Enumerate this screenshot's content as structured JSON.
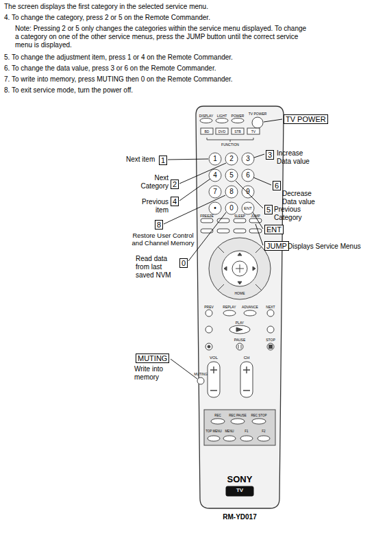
{
  "diagram": {
    "nodes": [
      {
        "text": [
          "TV POWER"
        ]
      },
      {
        "text": [
          "1"
        ]
      },
      {
        "text": [
          "3"
        ]
      },
      {
        "text": [
          "2"
        ]
      },
      {
        "text": [
          "4"
        ]
      },
      {
        "text": [
          "6"
        ]
      },
      {
        "text": [
          "5"
        ]
      },
      {
        "text": [
          "ENT"
        ]
      },
      {
        "text": [
          "8"
        ]
      },
      {
        "text": [
          "JUMP"
        ]
      },
      {
        "text": [
          "0"
        ]
      },
      {
        "text": [
          "MUTING"
        ]
      }
    ],
    "labels": [
      "The screen displays the first category in the selected service menu.",
      "4. To change the category, press 2 or 5 on the Remote Commander.",
      "Note: Pressing 2 or 5 only changes the categories within the service menu displayed. To change a category on one of the other service menus, press the JUMP button until the correct service menu is displayed.",
      "5. To change the adjustment item, press 1 or 4 on the Remote Commander.",
      "6. To change the data value, press 3 or 6 on the Remote Commander.",
      "7. To write into memory, press MUTING then 0 on the Remote Commander.",
      "8. To exit service mode, turn the power off.",
      "Next item",
      "Increase Data value",
      "Next Category",
      "Previous item",
      "Decrease Data value",
      "Previous Category",
      "Displays Service Menus",
      "Restore User Control and Channel Memory",
      "Read data from last saved NVM",
      "Write into memory",
      "RM-YD017",
      "DISPLAY",
      "LIGHT",
      "POWER",
      "TV POWER",
      "BD",
      "DVD",
      "STB",
      "TV",
      "FUNCTION",
      "1",
      "2",
      "3",
      "4",
      "5",
      "6",
      "7",
      "8",
      "9",
      "•",
      "0",
      "ENT",
      "FREEZE",
      "SLEEP",
      "JUMP",
      "HOME",
      "PREV",
      "REPLAY",
      "ADVANCE",
      "NEXT",
      "PLAY",
      "PAUSE",
      "STOP",
      "VOL",
      "CH",
      "MUTING",
      "REC",
      "REC PAUSE",
      "REC STOP",
      "TOP MENU",
      "MENU",
      "F1",
      "F2",
      "SONY",
      "TV"
    ]
  }
}
